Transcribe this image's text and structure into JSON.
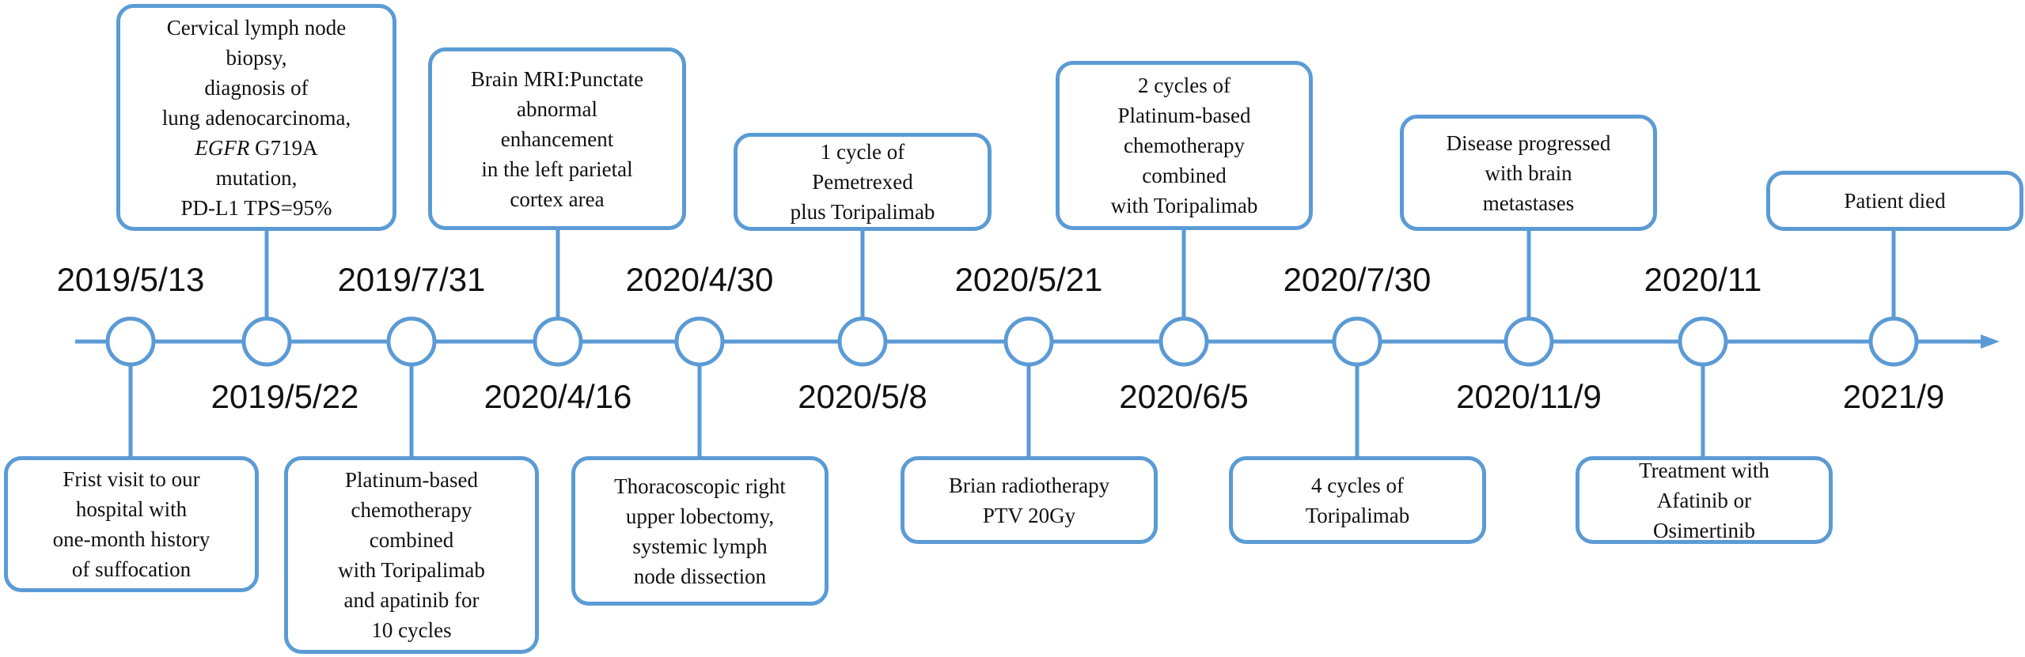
{
  "colors": {
    "accent": "#5b9bd5",
    "text": "#111111",
    "background": "#ffffff"
  },
  "events": [
    {
      "date": "2019/5/13",
      "side": "below",
      "lines": [
        "Frist visit to our",
        "hospital with",
        "one-month history",
        "of suffocation"
      ]
    },
    {
      "date": "2019/5/22",
      "side": "above",
      "lines": [
        "Cervical lymph node",
        "biopsy,",
        "diagnosis of",
        "lung adenocarcinoma,",
        "EGFR G719A",
        "mutation,",
        "PD-L1 TPS=95%"
      ]
    },
    {
      "date": "2019/7/31",
      "side": "below",
      "lines": [
        "Platinum-based",
        "chemotherapy",
        "combined",
        "with Toripalimab",
        "and apatinib for",
        "10 cycles"
      ]
    },
    {
      "date": "2020/4/16",
      "side": "above",
      "lines": [
        "Brain MRI:Punctate",
        "abnormal",
        "enhancement",
        "in the left parietal",
        "cortex area"
      ]
    },
    {
      "date": "2020/4/30",
      "side": "below",
      "lines": [
        "Thoracoscopic right",
        "upper lobectomy,",
        "systemic lymph",
        "node dissection"
      ]
    },
    {
      "date": "2020/5/8",
      "side": "above",
      "lines": [
        "1 cycle of",
        "Pemetrexed",
        "plus Toripalimab"
      ]
    },
    {
      "date": "2020/5/21",
      "side": "below",
      "lines": [
        "Brian radiotherapy",
        "PTV 20Gy"
      ]
    },
    {
      "date": "2020/6/5",
      "side": "above",
      "lines": [
        "2 cycles of",
        "Platinum-based",
        "chemotherapy",
        "combined",
        "with Toripalimab"
      ]
    },
    {
      "date": "2020/7/30",
      "side": "below",
      "lines": [
        "4 cycles of",
        "Toripalimab"
      ]
    },
    {
      "date": "2020/11/9",
      "side": "above",
      "lines": [
        "Disease progressed",
        "with brain",
        "metastases"
      ]
    },
    {
      "date": "2020/11",
      "side": "below",
      "lines": [
        "Treatment with",
        "Afatinib or",
        "Osimertinib"
      ]
    },
    {
      "date": "2021/9",
      "side": "above",
      "lines": [
        "Patient died"
      ]
    }
  ]
}
